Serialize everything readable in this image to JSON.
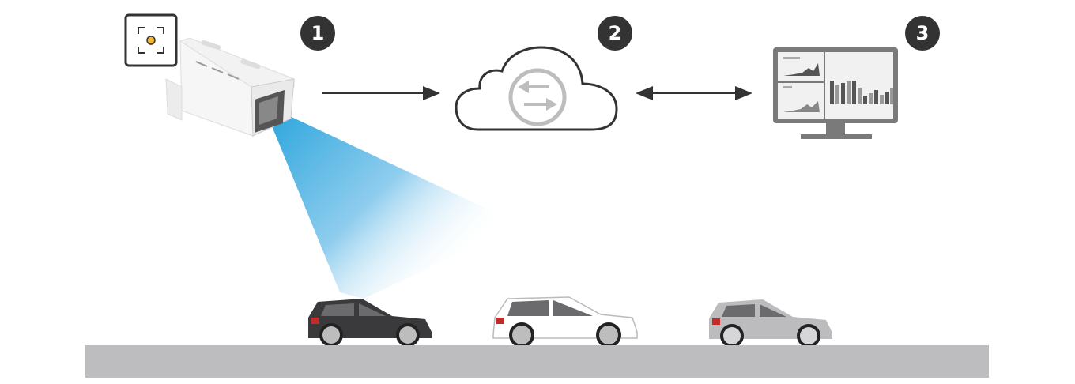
{
  "diagram": {
    "steps": [
      {
        "number": "1",
        "label": "camera"
      },
      {
        "number": "2",
        "label": "cloud"
      },
      {
        "number": "3",
        "label": "monitor"
      }
    ],
    "connectors": [
      {
        "from": "camera",
        "to": "cloud",
        "direction": "one-way"
      },
      {
        "from": "cloud",
        "to": "monitor",
        "direction": "two-way"
      }
    ],
    "vehicles": [
      {
        "color_name": "dark",
        "body": "#3a3a3c"
      },
      {
        "color_name": "white",
        "body": "#ffffff"
      },
      {
        "color_name": "grey",
        "body": "#bcbcbe"
      }
    ],
    "colors": {
      "badge": "#333333",
      "beam": "#3bb0e0",
      "road": "#bdbdc0",
      "focus_dot": "#f5b731"
    }
  }
}
